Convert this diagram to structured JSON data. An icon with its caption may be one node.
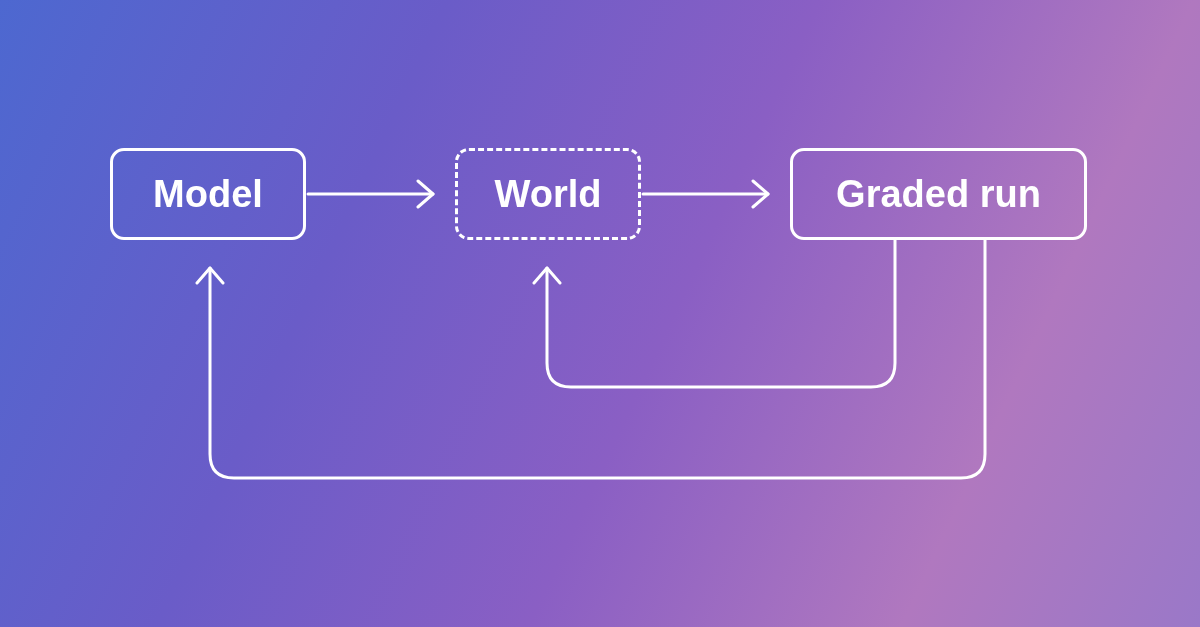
{
  "diagram": {
    "nodes": [
      {
        "text": [
          "Model"
        ]
      },
      {
        "text": [
          "World"
        ]
      },
      {
        "text": [
          "Graded run"
        ]
      }
    ],
    "edges": [
      {
        "from": 0,
        "to": 1,
        "arrow": "to"
      },
      {
        "from": 1,
        "to": 2,
        "arrow": "to"
      },
      {
        "from": 2,
        "to": 1,
        "arrow": "to"
      },
      {
        "from": 2,
        "to": 0,
        "arrow": "to"
      }
    ]
  }
}
